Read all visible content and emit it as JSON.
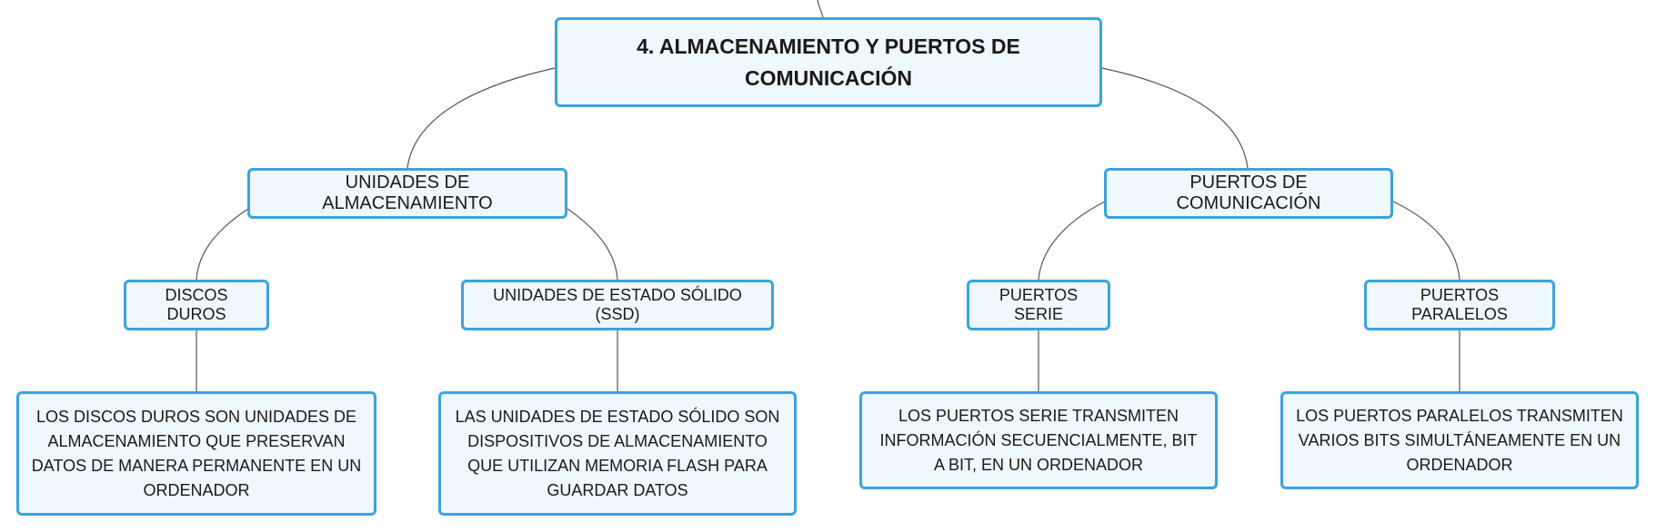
{
  "diagram": {
    "type": "mind-map",
    "root": {
      "title": "4. ALMACENAMIENTO Y PUERTOS DE COMUNICACIÓN"
    },
    "branches": [
      {
        "label": "UNIDADES DE ALMACENAMIENTO",
        "children": [
          {
            "label": "DISCOS DUROS",
            "description": "LOS DISCOS DUROS SON UNIDADES DE ALMACENAMIENTO QUE PRESERVAN DATOS DE MANERA PERMANENTE EN UN ORDENADOR"
          },
          {
            "label": "UNIDADES DE ESTADO SÓLIDO (SSD)",
            "description": "LAS UNIDADES DE ESTADO SÓLIDO SON DISPOSITIVOS DE ALMACENAMIENTO QUE UTILIZAN MEMORIA FLASH PARA GUARDAR DATOS"
          }
        ]
      },
      {
        "label": "PUERTOS DE COMUNICACIÓN",
        "children": [
          {
            "label": "PUERTOS SERIE",
            "description": "LOS PUERTOS SERIE TRANSMITEN INFORMACIÓN SECUENCIALMENTE, BIT A BIT, EN UN ORDENADOR"
          },
          {
            "label": "PUERTOS PARALELOS",
            "description": "LOS PUERTOS PARALELOS TRANSMITEN VARIOS BITS SIMULTÁNEAMENTE EN UN ORDENADOR"
          }
        ]
      }
    ]
  },
  "colors": {
    "node_border": "#3ba3de",
    "node_fill": "#eef8fd",
    "connector": "#555555"
  }
}
